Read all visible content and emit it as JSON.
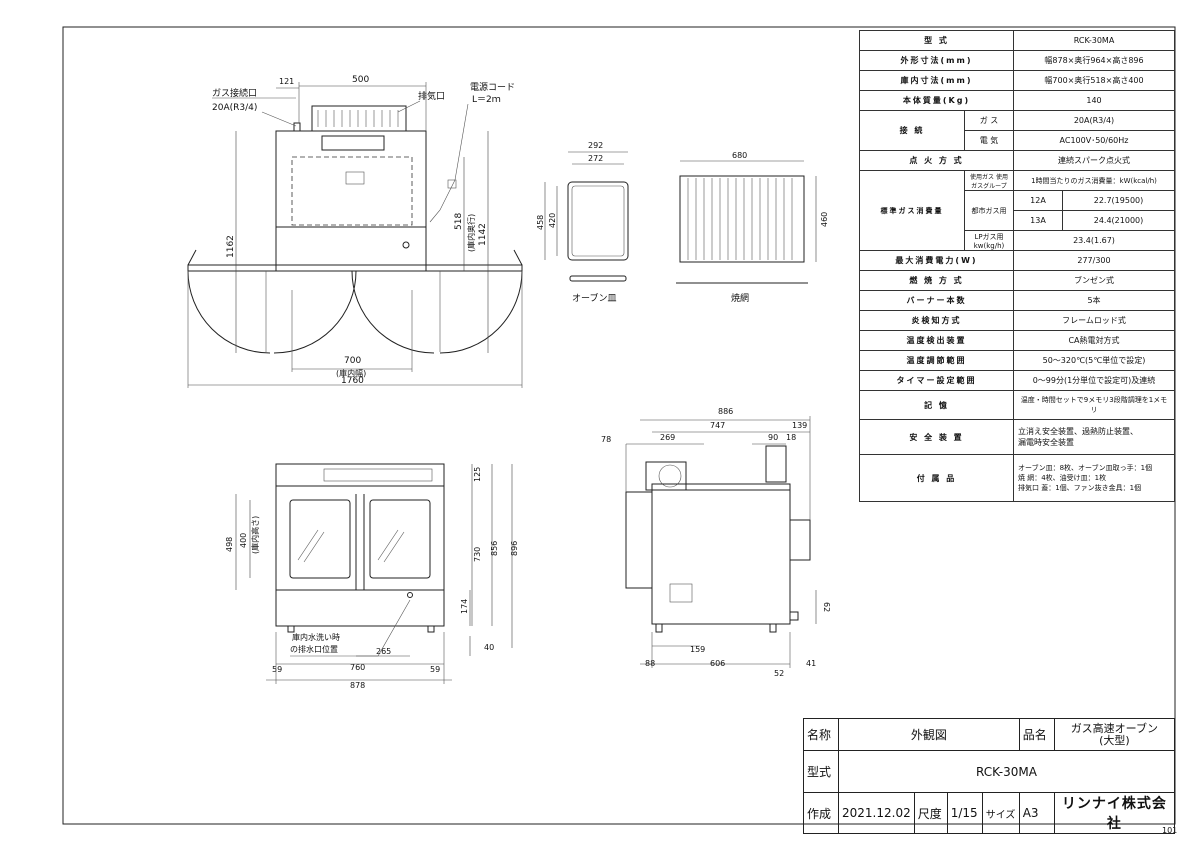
{
  "drawing": {
    "front_view": {
      "gas_inlet_label": "ガス接続口",
      "gas_inlet_spec": "20A(R3/4)",
      "power_cord_label": "電源コード",
      "power_cord_length": "L＝2ｍ",
      "exhaust_label": "排気口",
      "dims": {
        "w121": "121",
        "w500": "500",
        "h1162": "1162",
        "h1142": "1142",
        "d518": "518",
        "d518_note": "(庫内奥行)",
        "w700": "700",
        "w700_note": "(庫内幅)",
        "w1760": "1760"
      }
    },
    "pan": {
      "label": "オーブン皿",
      "w292": "292",
      "w272": "272",
      "h458": "458",
      "h420": "420"
    },
    "rack": {
      "label": "焼網",
      "w680": "680",
      "h460": "460"
    },
    "elevation": {
      "drain_note_line1": "庫内水洗い時",
      "drain_note_line2": "の排水口位置",
      "dims": {
        "h498": "498",
        "h400": "400",
        "h400_note": "(庫内高さ)",
        "h125": "125",
        "h730": "730",
        "h856": "856",
        "h896": "896",
        "h174": "174",
        "h40": "40",
        "w59a": "59",
        "w760": "760",
        "w265": "265",
        "w59b": "59",
        "w878": "878"
      }
    },
    "side_view": {
      "dims": {
        "w886": "886",
        "w747": "747",
        "w139": "139",
        "w78": "78",
        "w269": "269",
        "w90": "90",
        "w18": "18",
        "w159": "159",
        "w88": "88",
        "w606": "606",
        "w41": "41",
        "w52": "52",
        "h62": "62"
      }
    }
  },
  "spec_table": {
    "model_label": "型 式",
    "model_value": "RCK-30MA",
    "outer_label": "外形寸法(mm)",
    "outer_value": "幅878×奥行964×高さ896",
    "inner_label": "庫内寸法(mm)",
    "inner_value": "幅700×奥行518×高さ400",
    "weight_label": "本体質量(Kg)",
    "weight_value": "140",
    "connect_label": "接 続",
    "gas_label": "ガ ス",
    "gas_value": "20A(R3/4)",
    "elec_label": "電 気",
    "elec_value": "AC100V･50/60Hz",
    "ignition_label": "点 火 方 式",
    "ignition_value": "連続スパーク点火式",
    "std_label": "標準ガス消費量",
    "gas_type_label": "使用ガス 使用ガスグループ",
    "gas_type_value": "1時間当たりのガス消費量：kW(kcal/h)",
    "city_gas_label": "都市ガス用",
    "g12a_label": "12A",
    "g12a_value": "22.7(19500)",
    "g13a_label": "13A",
    "g13a_value": "24.4(21000)",
    "lp_label": "LPガス用 kw(kg/h)",
    "lp_value": "23.4(1.67)",
    "power_label": "最大消費電力(W)",
    "power_value": "277/300",
    "burn_label": "燃 焼 方 式",
    "burn_value": "ブンゼン式",
    "burner_label": "バーナー本数",
    "burner_value": "5本",
    "flame_label": "炎検知方式",
    "flame_value": "フレームロッド式",
    "tempdet_label": "温度検出装置",
    "tempdet_value": "CA熱電対方式",
    "temprange_label": "温度調節範囲",
    "temprange_value": "50〜320℃(5℃単位で設定)",
    "timer_label": "タイマー設定範囲",
    "timer_value": "0〜99分(1分単位で設定可)及連続",
    "memory_label": "記 憶",
    "memory_value": "温度・時間セットで9メモリ3段階調理を1メモリ",
    "safety_label": "安 全 装 置",
    "safety_value_1": "立消え安全装置、過熱防止装置、",
    "safety_value_2": "漏電時安全装置",
    "acc_label": "付 属 品",
    "acc_value_1": "オーブン皿：8枚、オーブン皿取っ手：1個",
    "acc_value_2": "焼 網：4枚、油受け皿：1枚",
    "acc_value_3": "排気口 蓋：1個、ファン抜き金具：1個"
  },
  "title_block": {
    "name_label": "名称",
    "name_value": "外観図",
    "product_label": "品名",
    "product_value_1": "ガス高速オーブン",
    "product_value_2": "(大型)",
    "model_label": "型式",
    "model_value": "RCK-30MA",
    "date_label": "作成",
    "date_value": "2021.12.02",
    "scale_label": "尺度",
    "scale_value": "1/15",
    "size_label": "サイズ",
    "size_value": "A3",
    "company": "リンナイ株式会社"
  },
  "page_code": "101"
}
